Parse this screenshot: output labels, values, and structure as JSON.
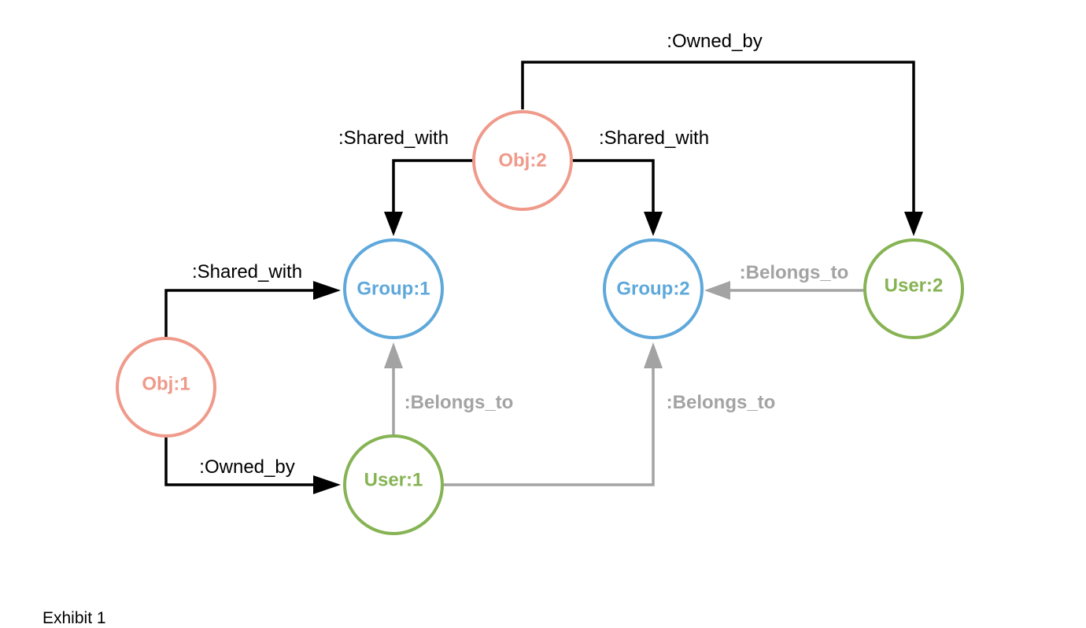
{
  "colors": {
    "obj": "#ef9a8a",
    "group": "#5ea8db",
    "user": "#86b353",
    "edge_strong": "#000000",
    "edge_weak": "#a3a3a3"
  },
  "nodes": {
    "obj1": {
      "label": "Obj:1",
      "kind": "obj"
    },
    "obj2": {
      "label": "Obj:2",
      "kind": "obj"
    },
    "group1": {
      "label": "Group:1",
      "kind": "group"
    },
    "group2": {
      "label": "Group:2",
      "kind": "group"
    },
    "user1": {
      "label": "User:1",
      "kind": "user"
    },
    "user2": {
      "label": "User:2",
      "kind": "user"
    }
  },
  "edges": {
    "obj2_owned_by_user2": {
      "from": "Obj:2",
      "to": "User:2",
      "label": ":Owned_by",
      "style": "strong"
    },
    "obj2_shared_with_group1": {
      "from": "Obj:2",
      "to": "Group:1",
      "label": ":Shared_with",
      "style": "strong"
    },
    "obj2_shared_with_group2": {
      "from": "Obj:2",
      "to": "Group:2",
      "label": ":Shared_with",
      "style": "strong"
    },
    "obj1_shared_with_group1": {
      "from": "Obj:1",
      "to": "Group:1",
      "label": ":Shared_with",
      "style": "strong"
    },
    "obj1_owned_by_user1": {
      "from": "Obj:1",
      "to": "User:1",
      "label": ":Owned_by",
      "style": "strong"
    },
    "user2_belongs_to_group2": {
      "from": "User:2",
      "to": "Group:2",
      "label": ":Belongs_to",
      "style": "weak"
    },
    "user1_belongs_to_group1": {
      "from": "User:1",
      "to": "Group:1",
      "label": ":Belongs_to",
      "style": "weak"
    },
    "user1_belongs_to_group2": {
      "from": "User:1",
      "to": "Group:2",
      "label": ":Belongs_to",
      "style": "weak"
    }
  },
  "caption": "Exhibit 1"
}
